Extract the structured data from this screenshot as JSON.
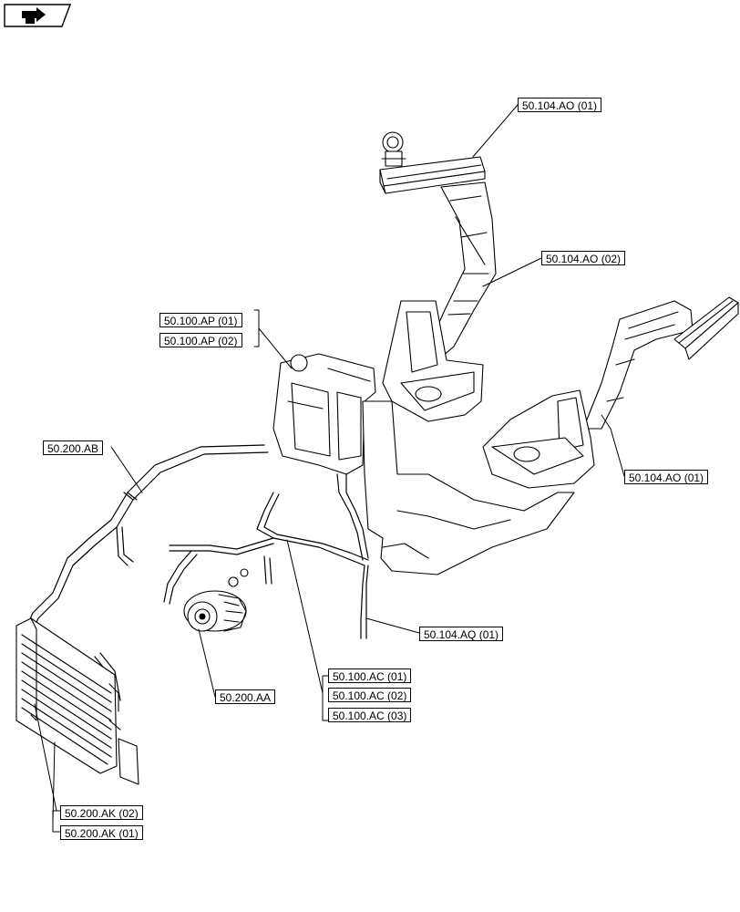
{
  "nav": {
    "icon": "next-page-arrow-icon"
  },
  "callouts": {
    "c_104_ao_01_top": "50.104.AO (01)",
    "c_104_ao_02": "50.104.AO (02)",
    "c_100_ap_01": "50.100.AP (01)",
    "c_100_ap_02": "50.100.AP (02)",
    "c_200_ab": "50.200.AB",
    "c_104_ao_01_right": "50.104.AO (01)",
    "c_104_aq_01": "50.104.AQ (01)",
    "c_100_ac_01": "50.100.AC (01)",
    "c_100_ac_02": "50.100.AC (02)",
    "c_100_ac_03": "50.100.AC (03)",
    "c_200_aa": "50.200.AA",
    "c_200_ak_02": "50.200.AK (02)",
    "c_200_ak_01": "50.200.AK (01)"
  }
}
